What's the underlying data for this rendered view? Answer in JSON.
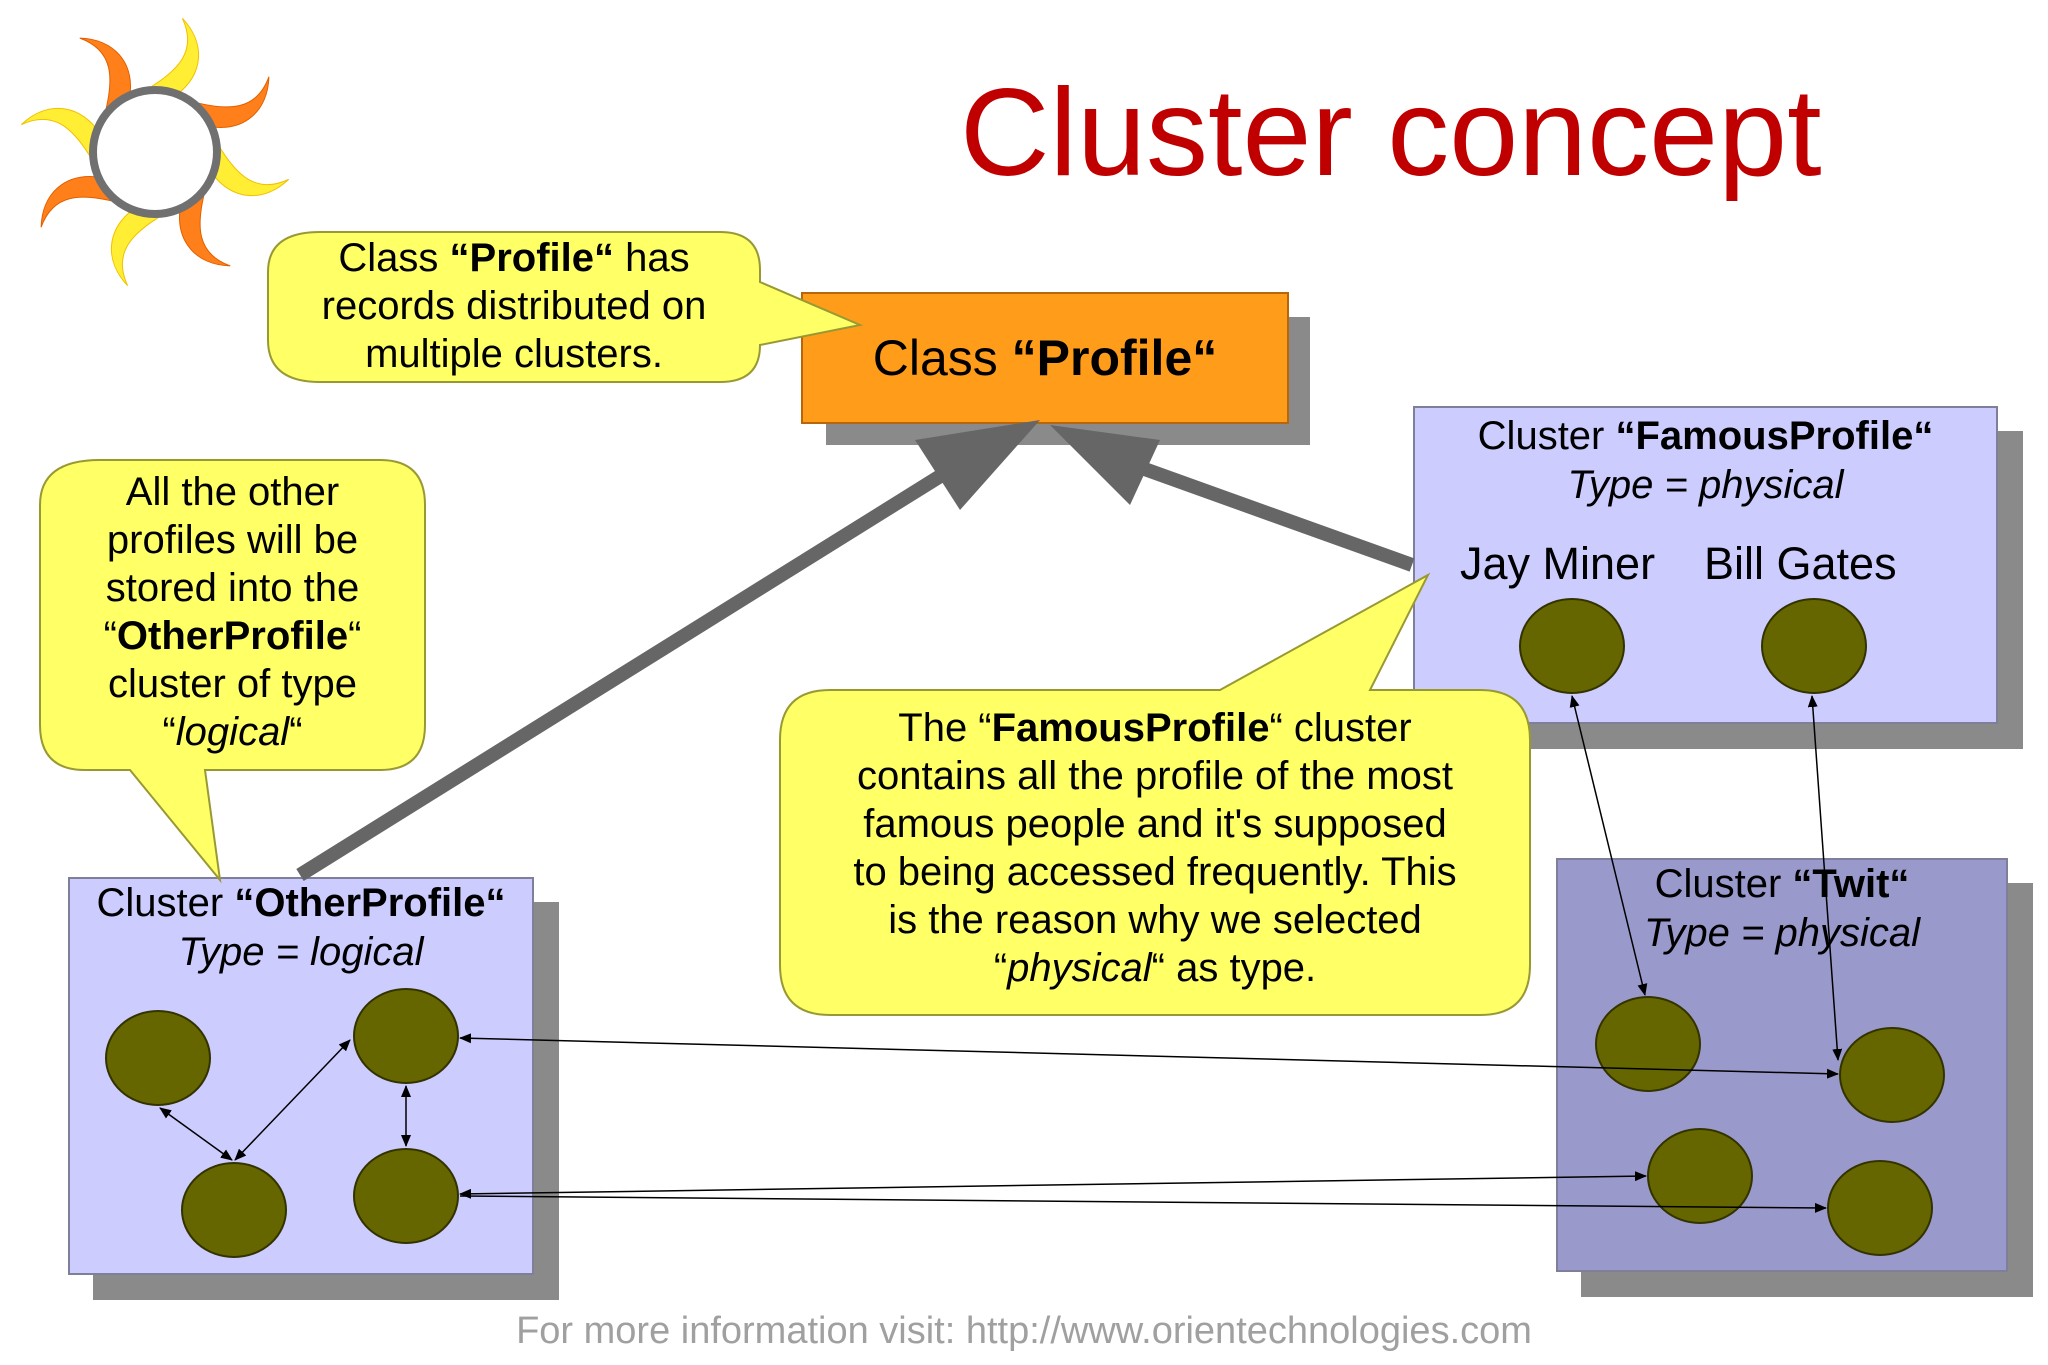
{
  "title": "Cluster concept",
  "class_box": {
    "prefix": "Class ",
    "name": "“Profile“"
  },
  "callout_profile": {
    "line1_prefix": "Class ",
    "line1_name": "“Profile“",
    "line1_suffix": " has",
    "line2": "records distributed on",
    "line3": "multiple clusters."
  },
  "callout_other": {
    "line1": "All the other",
    "line2": "profiles will be",
    "line3": "stored into the",
    "line4_prefix": "“",
    "line4_name": "OtherProfile",
    "line4_suffix": "“",
    "line5": "cluster of type",
    "line6_prefix": "“",
    "line6_italic": "logical",
    "line6_suffix": "“"
  },
  "callout_famous": {
    "line1_prefix": "The “",
    "line1_name": "FamousProfile",
    "line1_suffix": "“ cluster",
    "line2": "contains all the profile of the most",
    "line3": "famous people and it's supposed",
    "line4": "to being accessed frequently. This",
    "line5": "is the reason why we selected",
    "line6_prefix": "“",
    "line6_italic": "physical",
    "line6_suffix": "“ as type."
  },
  "cluster_famous": {
    "prefix": "Cluster ",
    "name": "“FamousProfile“",
    "type": "Type = physical",
    "records": [
      "Jay Miner",
      "Bill Gates"
    ]
  },
  "cluster_other": {
    "prefix": "Cluster ",
    "name": "“OtherProfile“",
    "type": "Type = logical"
  },
  "cluster_twit": {
    "prefix": "Cluster ",
    "name": "“Twit“",
    "type": "Type = physical"
  },
  "footer": "For more information visit: http://www.orientechnologies.com",
  "colors": {
    "title": "#c00000",
    "class_box": "#ff9c1a",
    "cluster_light": "#ccccff",
    "cluster_dark": "#9999cc",
    "callout": "#ffff66",
    "record": "#666600",
    "arrow": "#666666",
    "sun_orange": "#ff7f1a",
    "sun_yellow": "#ffee33",
    "footer": "#a0a0a0"
  }
}
